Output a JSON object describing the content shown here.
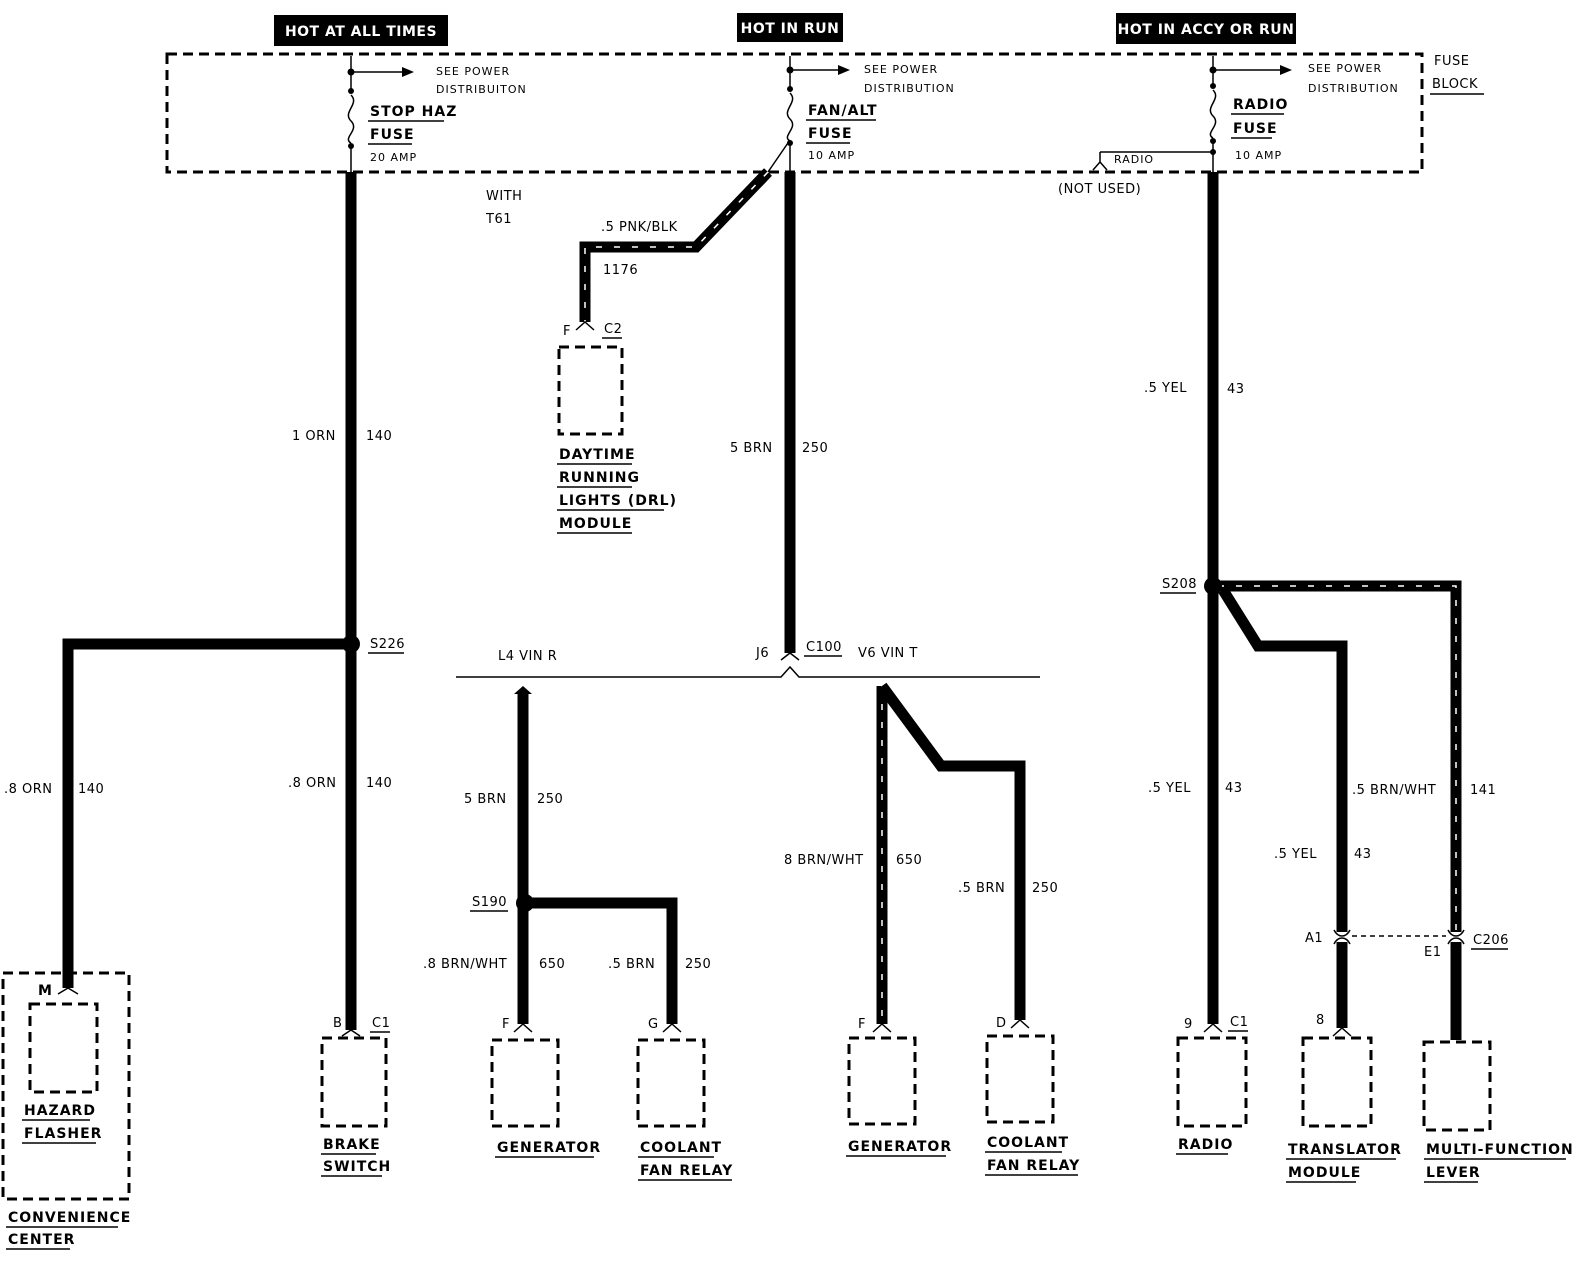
{
  "headers": {
    "hot_all_times": "HOT AT ALL TIMES",
    "hot_in_run": "HOT IN RUN",
    "hot_accy_run": "HOT IN ACCY OR RUN"
  },
  "fuse_block": {
    "label_line1": "FUSE",
    "label_line2": "BLOCK",
    "fuses": [
      {
        "see_line1": "SEE POWER",
        "see_line2": "DISTRIBUITON",
        "name_line1": "STOP HAZ",
        "name_line2": "FUSE",
        "amp": "20 AMP"
      },
      {
        "see_line1": "SEE POWER",
        "see_line2": "DISTRIBUTION",
        "name_line1": "FAN/ALT",
        "name_line2": "FUSE",
        "amp": "10 AMP"
      },
      {
        "see_line1": "SEE POWER",
        "see_line2": "DISTRIBUTION",
        "name_line1": "RADIO",
        "name_line2": "FUSE",
        "amp": "10 AMP"
      }
    ],
    "radio_tap": "RADIO",
    "radio_not_used": "(NOT USED)"
  },
  "option": {
    "line1": "WITH",
    "line2": "T61"
  },
  "wires": {
    "pnk_blk": ".5 PNK/BLK",
    "c1176": "1176",
    "orn1": "1 ORN",
    "c140a": "140",
    "brn5": "5 BRN",
    "c250a": "250",
    "yel5a": ".5 YEL",
    "c43a": "43",
    "orn8_left": ".8 ORN",
    "c140b": "140",
    "orn8_mid": ".8 ORN",
    "c140c": "140",
    "l4_brn": "5 BRN",
    "l4_250": "250",
    "l4_brnwht": ".8 BRN/WHT",
    "l4_650": "650",
    "l4_brn5": ".5 BRN",
    "l4_250b": "250",
    "v6_brnwht": "8 BRN/WHT",
    "v6_650": "650",
    "v6_brn5": ".5 BRN",
    "v6_250": "250",
    "yel5b": ".5 YEL",
    "c43b": "43",
    "brnwht5": ".5 BRN/WHT",
    "c141": "141",
    "yel5c": ".5 YEL",
    "c43c": "43"
  },
  "splices": {
    "s226": "S226",
    "s190": "S190",
    "s208": "S208"
  },
  "connectors": {
    "c2_pin": "F",
    "c2": "C2",
    "c100_pin": "J6",
    "c100": "C100",
    "l4": "L4 VIN R",
    "v6": "V6 VIN T",
    "hazard_pin": "M",
    "brake_pin": "B",
    "brake_conn": "C1",
    "gen_l4_pin": "F",
    "fan_l4_pin": "G",
    "gen_v6_pin": "F",
    "fan_v6_pin": "D",
    "radio_pin": "9",
    "radio_conn": "C1",
    "a1": "A1",
    "e1": "E1",
    "c206": "C206",
    "trans_pin": "8"
  },
  "components": {
    "drl_1": "DAYTIME",
    "drl_2": "RUNNING",
    "drl_3": "LIGHTS (DRL)",
    "drl_4": "MODULE",
    "hazard_1": "HAZARD",
    "hazard_2": "FLASHER",
    "conv_1": "CONVENIENCE",
    "conv_2": "CENTER",
    "brake_1": "BRAKE",
    "brake_2": "SWITCH",
    "gen_l4": "GENERATOR",
    "fan_l4_1": "COOLANT",
    "fan_l4_2": "FAN RELAY",
    "gen_v6": "GENERATOR",
    "fan_v6_1": "COOLANT",
    "fan_v6_2": "FAN RELAY",
    "radio": "RADIO",
    "trans_1": "TRANSLATOR",
    "trans_2": "MODULE",
    "multi_1": "MULTI-FUNCTION",
    "multi_2": "LEVER"
  }
}
